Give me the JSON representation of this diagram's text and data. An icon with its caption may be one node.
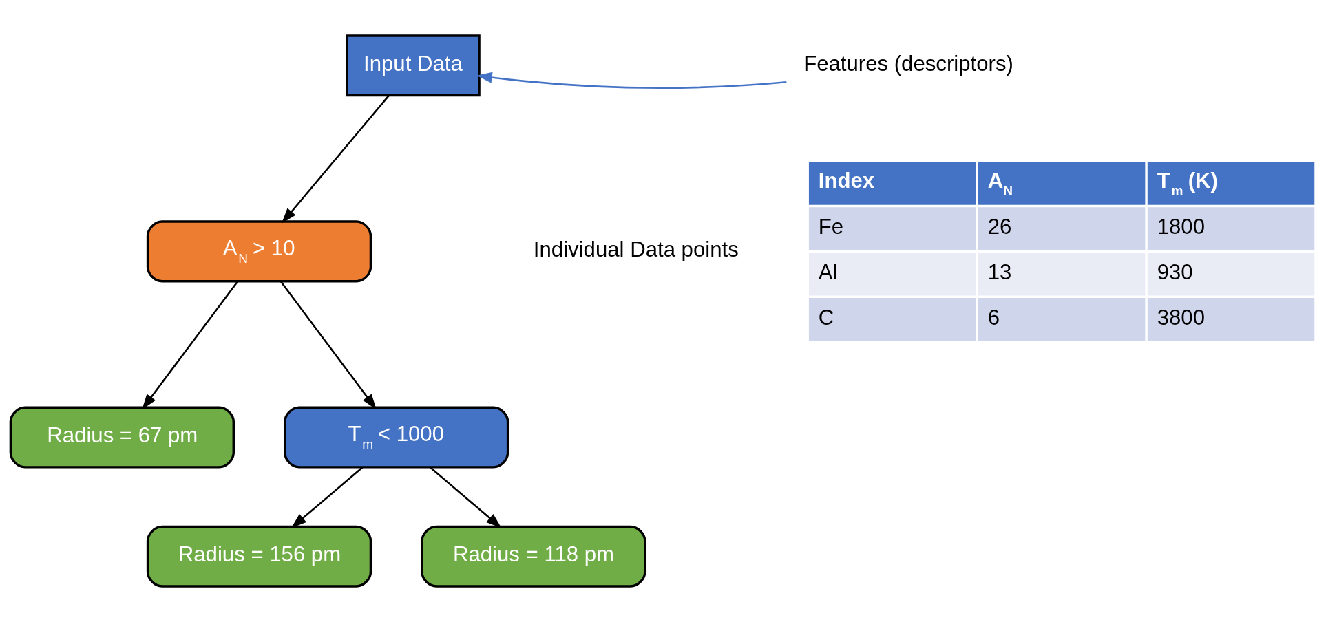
{
  "diagram": {
    "nodes": [
      {
        "text": [
          "Input Data"
        ]
      },
      {
        "text": [
          "A$_{N}$ > 10"
        ]
      },
      {
        "text": [
          "Radius = 67 pm"
        ]
      },
      {
        "text": [
          "T$_{m}$ < 1000"
        ]
      },
      {
        "text": [
          "Radius = 156 pm"
        ]
      },
      {
        "text": [
          "Radius = 118 pm"
        ]
      },
      {
        "text": [
          "Features (descriptors)"
        ]
      }
    ],
    "edges": [
      {
        "from": 6,
        "to": 0,
        "arrow": "to",
        "color": "#4472c4"
      },
      {
        "from": 0,
        "to": 1,
        "arrow": "to"
      },
      {
        "from": 1,
        "to": 2,
        "arrow": "to"
      },
      {
        "from": 1,
        "to": 3,
        "arrow": "to"
      },
      {
        "from": 3,
        "to": 4,
        "arrow": "to"
      },
      {
        "from": 3,
        "to": 5,
        "arrow": "to"
      }
    ],
    "labels": [
      "Individual Data points",
      "Index",
      "A$_{N}$",
      "T$_{m}$ (K)",
      "Fe",
      "26",
      "1800",
      "Al",
      "13",
      "930",
      "C",
      "6",
      "3800"
    ]
  }
}
